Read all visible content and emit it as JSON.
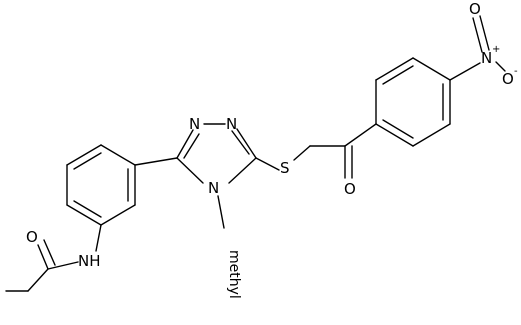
{
  "molecule": {
    "atom_labels": {
      "nitro_n": "N",
      "nitro_n_charge": "+",
      "nitro_o_top": "O",
      "nitro_o_right": "O",
      "nitro_o_right_charge": "-",
      "ketone_o": "O",
      "sulfur": "S",
      "triazole_n1": "N",
      "triazole_n2": "N",
      "triazole_n4": "N",
      "methyl_text": "methyl",
      "amide_n": "NH",
      "amide_o": "O"
    }
  },
  "colors": {
    "bond": "#000000",
    "background": "#ffffff"
  }
}
